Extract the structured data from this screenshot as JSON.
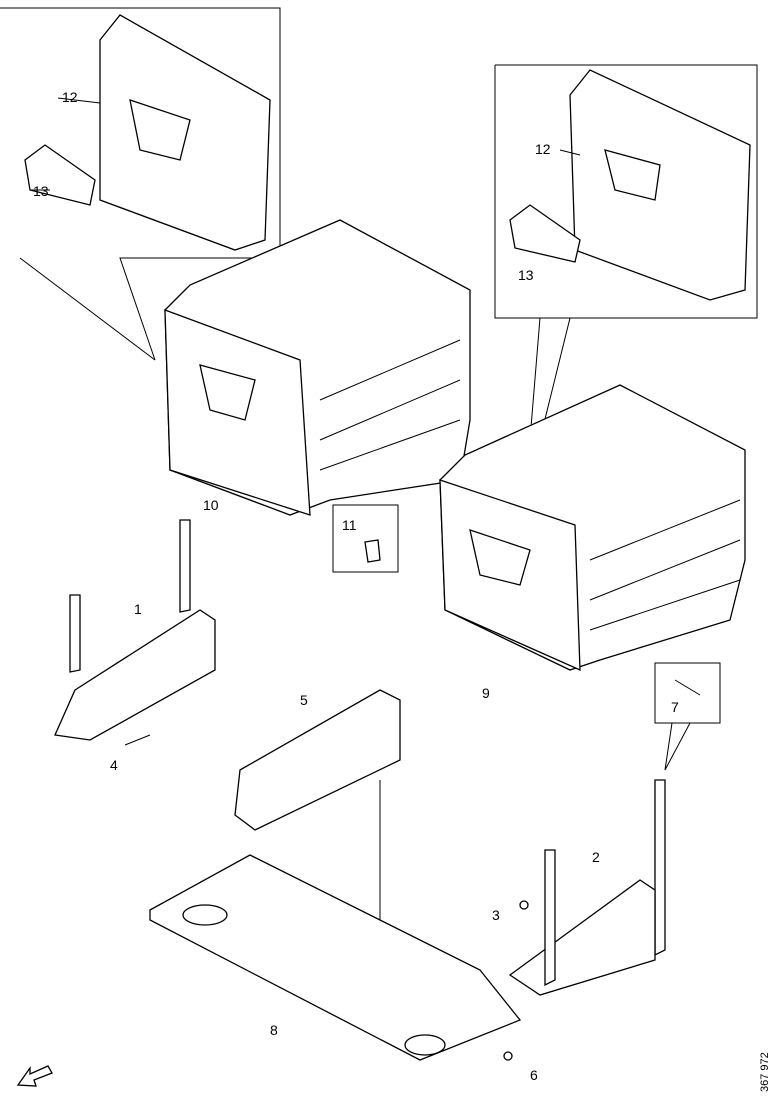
{
  "labels": {
    "l1": "1",
    "l2": "2",
    "l3": "3",
    "l4": "4",
    "l5": "5",
    "l6": "6",
    "l7": "7",
    "l8": "8",
    "l9": "9",
    "l10": "10",
    "l11": "11",
    "l12a": "12",
    "l13a": "13",
    "l12b": "12",
    "l13b": "13"
  },
  "drawing_code": "367 972"
}
